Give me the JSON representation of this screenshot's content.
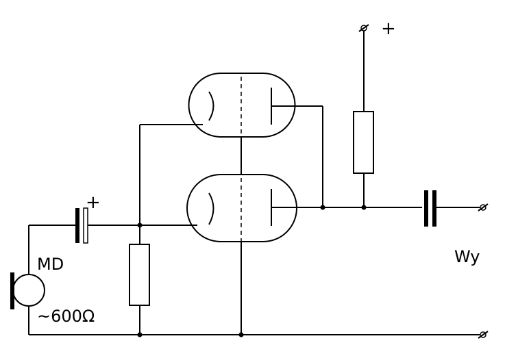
{
  "labels": {
    "microphone": "MD",
    "impedance": "~600Ω",
    "output": "Wy",
    "supply": "+",
    "cap_polarity": "+"
  }
}
